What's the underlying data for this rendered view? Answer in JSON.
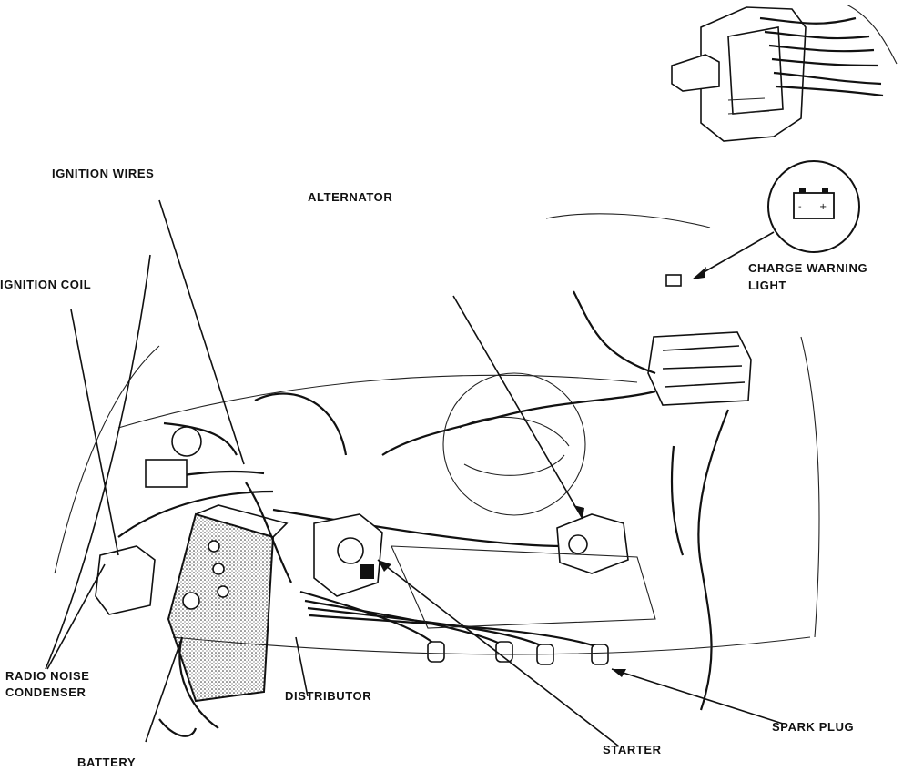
{
  "labels": {
    "ignition_wires": "IGNITION WIRES",
    "alternator": "ALTERNATOR",
    "ignition_coil": "IGNITION COIL",
    "charge_warning_light_1": "CHARGE WARNING",
    "charge_warning_light_2": "LIGHT",
    "radio_noise_condenser_1": "RADIO NOISE",
    "radio_noise_condenser_2": "CONDENSER",
    "distributor": "DISTRIBUTOR",
    "battery": "BATTERY",
    "starter": "STARTER",
    "spark_plug": "SPARK PLUG"
  },
  "icons": [
    "battery-icon",
    "connector-plug-icon"
  ]
}
